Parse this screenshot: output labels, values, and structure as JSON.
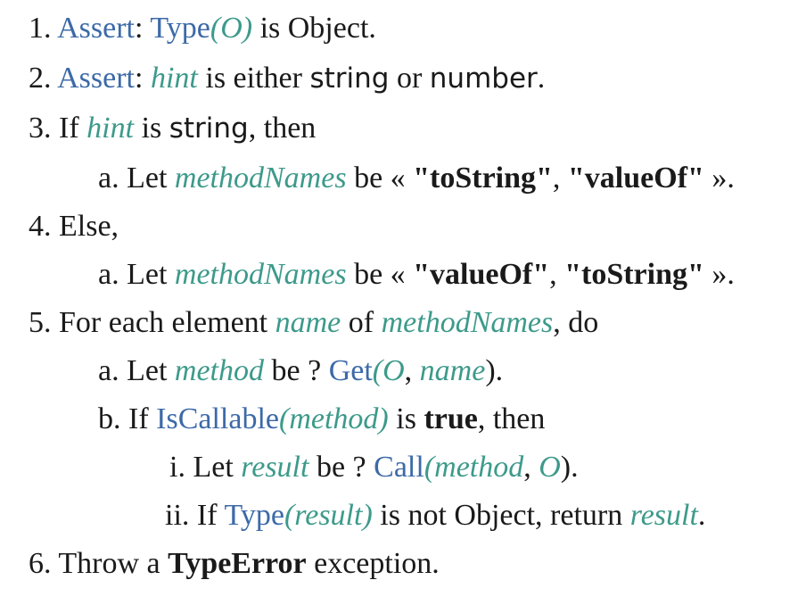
{
  "algorithm": {
    "s1": {
      "num": "1.",
      "assert": "Assert",
      "colon": ":",
      "type": "Type",
      "lp": "(",
      "o": "O",
      "rp": ")",
      "rest": " is Object."
    },
    "s2": {
      "num": "2.",
      "assert": "Assert",
      "colon": ":",
      "hint": "hint",
      "mid": " is either ",
      "string": "string",
      "or": " or ",
      "number": "number",
      "end": "."
    },
    "s3": {
      "num": "3.",
      "if": " If ",
      "hint": "hint",
      "is": " is ",
      "string": "string",
      "then": ", then"
    },
    "s3a": {
      "num": "a.",
      "let": " Let ",
      "var": "methodNames",
      "be": " be « ",
      "q1": "\"toString\"",
      "comma": ", ",
      "q2": "\"valueOf\"",
      "end": " »."
    },
    "s4": {
      "num": "4.",
      "text": " Else,"
    },
    "s4a": {
      "num": "a.",
      "let": " Let ",
      "var": "methodNames",
      "be": " be « ",
      "q1": "\"valueOf\"",
      "comma": ", ",
      "q2": "\"toString\"",
      "end": " »."
    },
    "s5": {
      "num": "5.",
      "text": " For each element ",
      "name": "name",
      "of": " of ",
      "var": "methodNames",
      "do": ", do"
    },
    "s5a": {
      "num": "a.",
      "let": " Let ",
      "method": "method",
      "be": " be ? ",
      "get": "Get",
      "lp": "(",
      "o": "O",
      "comma": ", ",
      "name": "name",
      "rp": ")."
    },
    "s5b": {
      "num": "b.",
      "if": " If ",
      "fn": "IsCallable",
      "lp": "(",
      "method": "method",
      "rp": ")",
      "is": " is ",
      "true": "true",
      "then": ", then"
    },
    "s5bi": {
      "num": "i.",
      "let": " Let ",
      "result": "result",
      "be": " be ? ",
      "call": "Call",
      "lp": "(",
      "method": "method",
      "comma": ", ",
      "o": "O",
      "rp": ")."
    },
    "s5bii": {
      "num": "ii.",
      "if": " If ",
      "type": "Type",
      "lp": "(",
      "result": "result",
      "rp": ")",
      "rest": " is not Object, return ",
      "result2": "result",
      "end": "."
    },
    "s6": {
      "num": "6.",
      "throw": " Throw a ",
      "err": "TypeError",
      "rest": " exception."
    }
  },
  "colors": {
    "variable": "#3d9a8b",
    "link": "#3c6aa8",
    "text": "#1a1a1a"
  }
}
